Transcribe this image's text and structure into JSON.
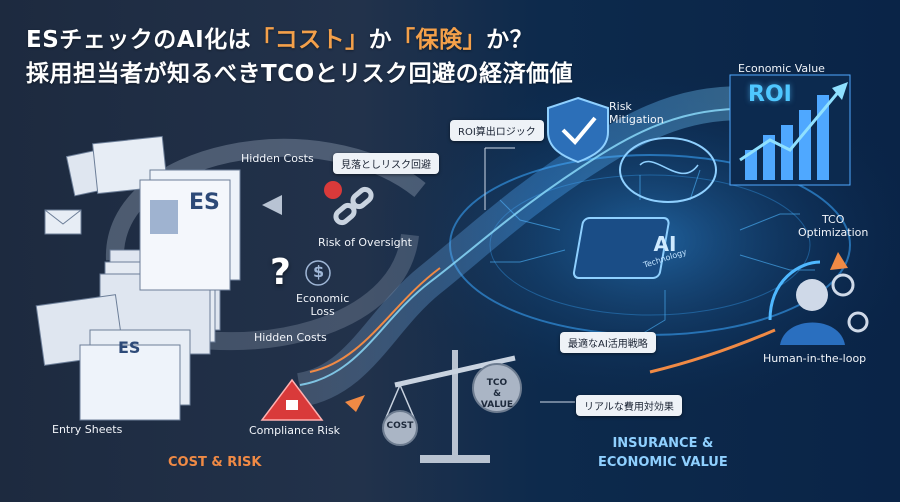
{
  "title": {
    "line1_prefix": "ESチェックのAI化は",
    "line1_hl1": "「コスト」",
    "line1_mid": "か",
    "line1_hl2": "「保険」",
    "line1_suffix": "か？",
    "line2": "採用担当者が知るべきTCOとリスク回避の経済価値"
  },
  "sections": {
    "left": "COST & RISK",
    "right_line1": "INSURANCE &",
    "right_line2": "ECONOMIC VALUE"
  },
  "labels": {
    "hidden_costs_top": "Hidden Costs",
    "hidden_costs_bottom": "Hidden Costs",
    "risk_of_oversight": "Risk of Oversight",
    "economic_loss_1": "Economic",
    "economic_loss_2": "Loss",
    "entry_sheets": "Entry Sheets",
    "compliance_risk": "Compliance Risk",
    "risk_mitigation_1": "Risk",
    "risk_mitigation_2": "Mitigation",
    "economic_value": "Economic Value",
    "roi": "ROI",
    "tco_optimization_1": "TCO",
    "tco_optimization_2": "Optimization",
    "human_in_the_loop": "Human-in-the-loop"
  },
  "callouts": {
    "roi_logic": "ROI算出ロジック",
    "oversight_jp": "見落としリスク回避",
    "ai_strategy": "最適なAI活用戦略",
    "real_cost_effect": "リアルな費用対効果"
  },
  "graphics": {
    "es_doc": "ES",
    "es_doc_small": "ES",
    "ai_chip": "AI",
    "ai_chip_sub": "Technology",
    "cost_weight": "COST",
    "tco_weight_1": "TCO",
    "tco_weight_2": "&",
    "tco_weight_3": "VALUE",
    "dollar": "$",
    "question": "?"
  },
  "colors": {
    "accent_orange": "#f4a04a",
    "accent_blue": "#4fc7ff",
    "warning_red": "#d93a3a"
  }
}
